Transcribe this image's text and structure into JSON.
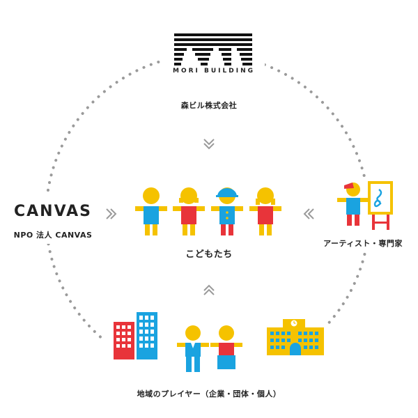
{
  "nodes": {
    "top": {
      "logo_text": "MORI BUILDING",
      "label": "森ビル株式会社"
    },
    "left": {
      "logo_text": "CANVAS",
      "label": "NPO 法人 CANVAS"
    },
    "right": {
      "label": "アーティスト・専門家"
    },
    "bottom": {
      "label": "地域のプレイヤー（企業・団体・個人）"
    },
    "center": {
      "label": "こどもたち"
    }
  },
  "colors": {
    "yellow": "#f5c200",
    "blue": "#1aa3e0",
    "red": "#e8343a",
    "dots": "#9a9a9a",
    "chevron": "#9a9a9a",
    "navy": "#1e3a8a"
  },
  "icons": [
    "mori-building-logo-icon",
    "canvas-logo-icon",
    "children-icon",
    "artist-icon",
    "buildings-icon",
    "adults-icon",
    "school-icon",
    "chevron-down-icon",
    "chevron-up-icon",
    "chevron-right-icon",
    "chevron-left-icon"
  ]
}
